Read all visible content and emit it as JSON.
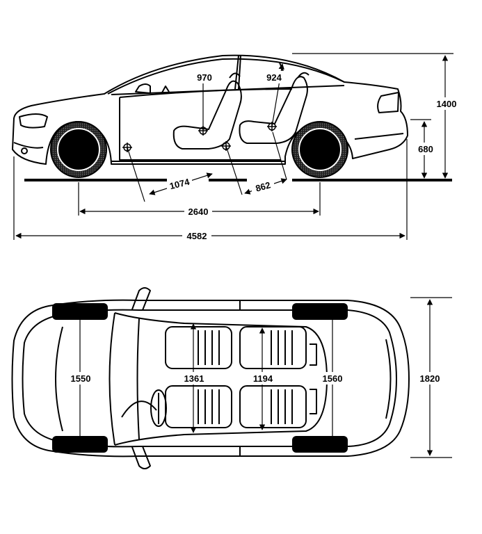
{
  "colors": {
    "ink": "#000000",
    "paper": "#ffffff"
  },
  "side_view": {
    "overall_length": "4582",
    "wheelbase": "2640",
    "overall_height": "1400",
    "ground_to_sill": "680",
    "front_headroom": "970",
    "rear_headroom": "924",
    "front_legroom": "1074",
    "rear_legroom": "862"
  },
  "top_view": {
    "front_track": "1550",
    "front_shoulder": "1361",
    "rear_shoulder": "1194",
    "rear_track": "1560",
    "overall_width": "1820"
  }
}
